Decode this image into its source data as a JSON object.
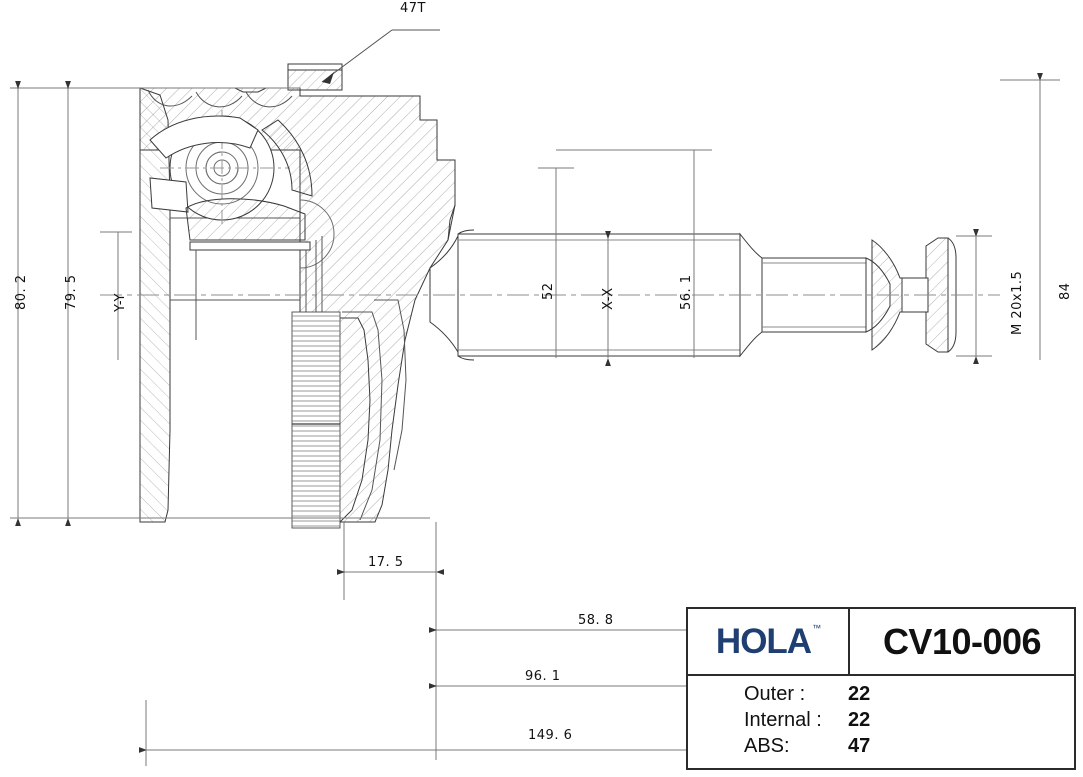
{
  "drawing": {
    "type": "technical-engineering-drawing",
    "subject": "CV joint / drive shaft cross-section",
    "callouts": [
      {
        "key": "abs_teeth",
        "label": "47T"
      }
    ],
    "dimensions": {
      "left_vertical": [
        {
          "key": "d_80_2",
          "label": "80. 2"
        },
        {
          "key": "d_79_5",
          "label": "79. 5"
        },
        {
          "key": "section_yy",
          "label": "Y-Y"
        }
      ],
      "center": [
        {
          "key": "d_52",
          "label": "52"
        },
        {
          "key": "section_xx",
          "label": "X-X"
        },
        {
          "key": "d_56_1",
          "label": "56. 1"
        }
      ],
      "right_vertical": [
        {
          "key": "thread",
          "label": "M 20x1.5"
        },
        {
          "key": "d_84",
          "label": "84"
        }
      ],
      "bottom_horizontal": [
        {
          "key": "d_17_5",
          "label": "17. 5"
        },
        {
          "key": "d_58_8",
          "label": "58. 8"
        },
        {
          "key": "d_96_1",
          "label": "96. 1"
        },
        {
          "key": "d_149_6",
          "label": "149. 6"
        }
      ]
    }
  },
  "title_block": {
    "brand": "HOLA",
    "trademark": "™",
    "part_number": "CV10-006",
    "specs": [
      {
        "label": "Outer :",
        "value": "22"
      },
      {
        "label": "Internal :",
        "value": "22"
      },
      {
        "label": "ABS:",
        "value": "47"
      }
    ]
  },
  "colors": {
    "brand_blue": "#1F3F73",
    "line": "#2b2b2b",
    "thin_line": "#6e6e6e",
    "background": "#ffffff"
  }
}
